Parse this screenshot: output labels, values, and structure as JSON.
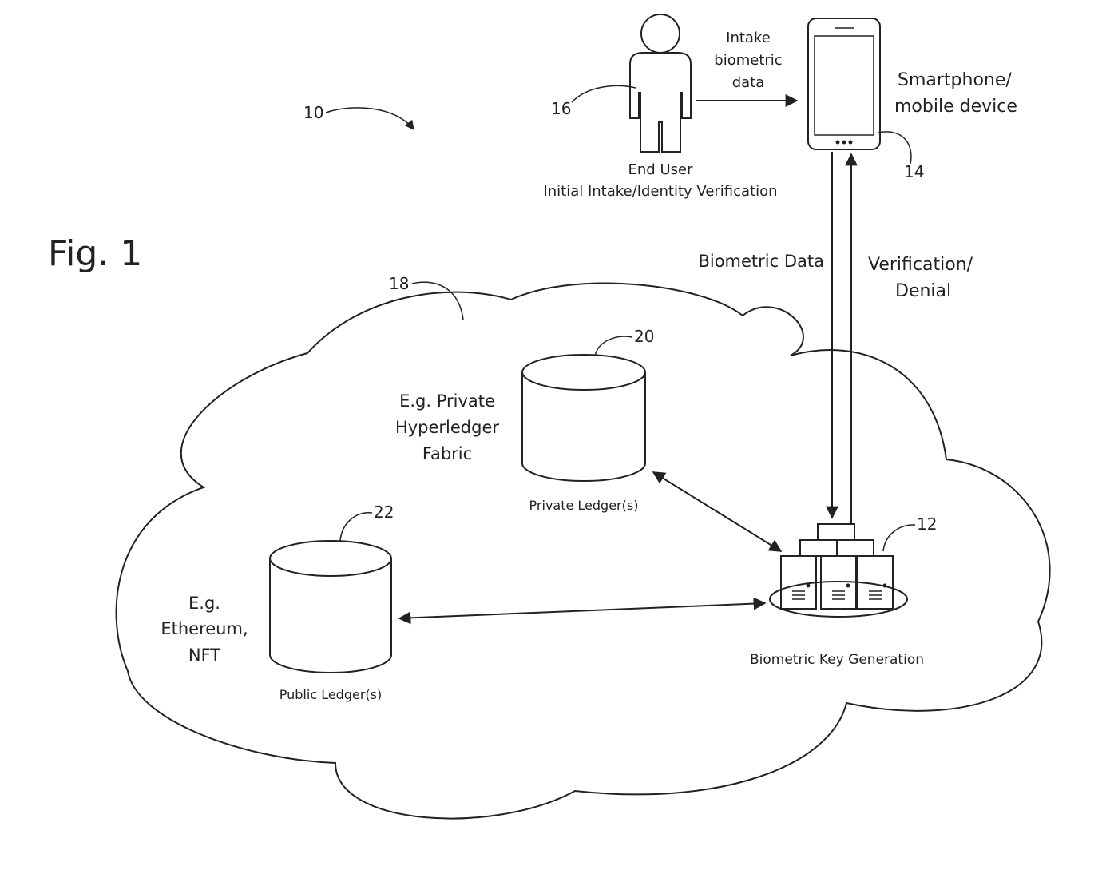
{
  "figure": {
    "title": "Fig. 1",
    "ref_numbers": {
      "system": "10",
      "server": "12",
      "phone": "14",
      "user": "16",
      "cloud": "18",
      "private_ledger": "20",
      "public_ledger": "22"
    },
    "user": {
      "name": "End User",
      "description": "Initial Intake/Identity Verification"
    },
    "intake_arrow": {
      "lines": [
        "Intake",
        "biometric",
        "data"
      ]
    },
    "phone": {
      "lines": [
        "Smartphone/",
        "mobile device"
      ]
    },
    "link_down": {
      "label": "Biometric Data"
    },
    "link_up": {
      "lines": [
        "Verification/",
        "Denial"
      ]
    },
    "private_network": {
      "lines": [
        "E.g. Private",
        "Hyperledger",
        "Fabric"
      ]
    },
    "private_ledger": {
      "label": "Private Ledger(s)"
    },
    "public_network": {
      "lines": [
        "E.g.",
        "Ethereum,",
        "NFT"
      ]
    },
    "public_ledger": {
      "label": "Public Ledger(s)"
    },
    "server": {
      "label": "Biometric Key Generation"
    }
  }
}
